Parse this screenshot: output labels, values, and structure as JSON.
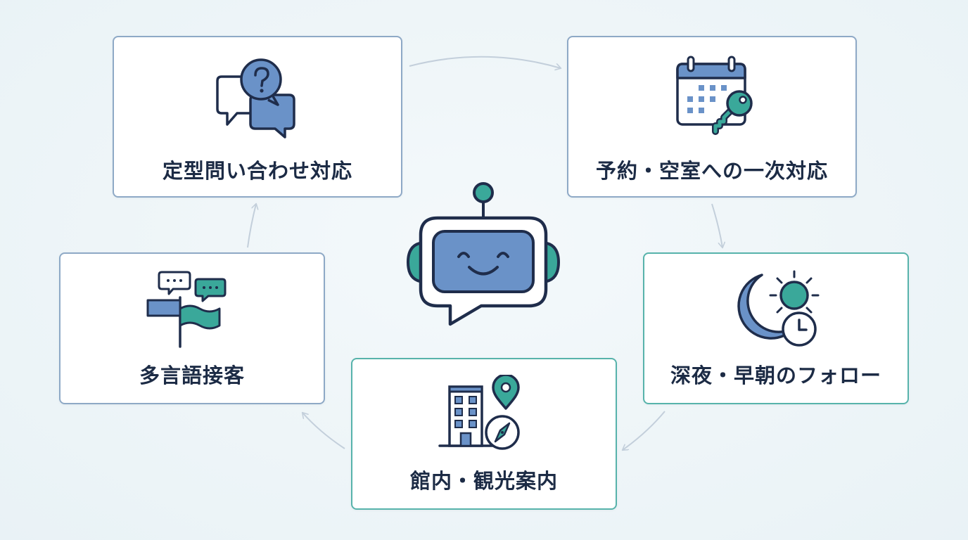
{
  "center": {
    "icon": "chatbot-robot-icon"
  },
  "colors": {
    "blue_border": "#8ea9c6",
    "teal_border": "#57b3ab",
    "icon_blue": "#6a92c8",
    "icon_teal": "#3aa89a",
    "icon_navy": "#1f2d4b",
    "text": "#1c2b45",
    "arrow": "#c3cfdb"
  },
  "cards": [
    {
      "label": "定型問い合わせ対応",
      "icon": "question-chat-bubbles-icon"
    },
    {
      "label": "予約・空室への一次対応",
      "icon": "calendar-key-icon"
    },
    {
      "label": "深夜・早朝のフォロー",
      "icon": "moon-sun-clock-icon"
    },
    {
      "label": "館内・観光案内",
      "icon": "building-map-pin-compass-icon"
    },
    {
      "label": "多言語接客",
      "icon": "speech-bubbles-flags-icon"
    }
  ]
}
